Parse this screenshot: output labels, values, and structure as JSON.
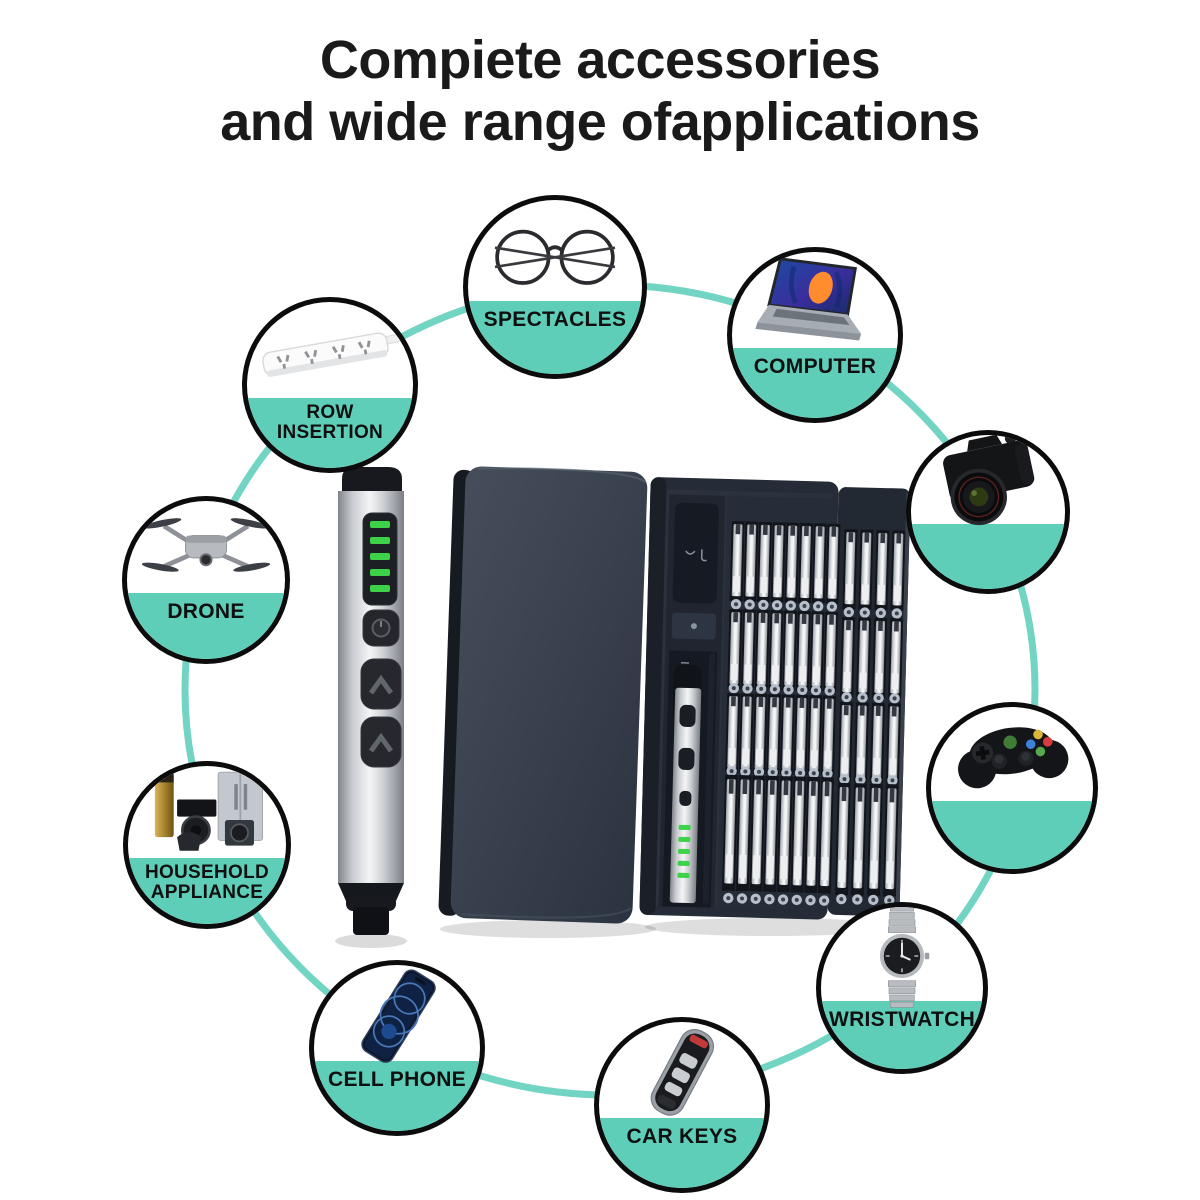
{
  "title": {
    "line1": "Compiete accessories",
    "line2": "and wide range ofapplications"
  },
  "theme": {
    "accent_teal": "#5FCEB9",
    "ring_teal": "#72D4C3",
    "circle_border": "#0C0C0C",
    "title_color": "#1A1A1A",
    "label_color": "#101010",
    "case_color": "#343B47",
    "pen_silver": "#D9DCDF",
    "led_green": "#3ED24A"
  },
  "apps": [
    {
      "name": "spectacles",
      "icon": "spectacles-icon",
      "label": "SPECTACLES"
    },
    {
      "name": "computer",
      "icon": "laptop-icon",
      "label": "COMPUTER"
    },
    {
      "name": "camera",
      "icon": "camera-icon",
      "label": ""
    },
    {
      "name": "game-controller",
      "icon": "gamepad-icon",
      "label": ""
    },
    {
      "name": "wristwatch",
      "icon": "watch-icon",
      "label": "WRISTWATCH"
    },
    {
      "name": "car-keys",
      "icon": "car-key-icon",
      "label": "CAR KEYS"
    },
    {
      "name": "cell-phone",
      "icon": "phone-icon",
      "label": "CELL PHONE"
    },
    {
      "name": "household-appliance",
      "icon": "appliances-icon",
      "label": "HOUSEHOLD\nAPPLIANCE"
    },
    {
      "name": "drone",
      "icon": "drone-icon",
      "label": "DRONE"
    },
    {
      "name": "row-insertion",
      "icon": "power-strip-icon",
      "label": "ROW\nINSERTION"
    }
  ]
}
